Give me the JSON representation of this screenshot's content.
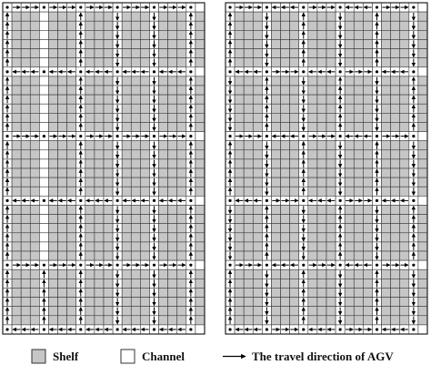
{
  "colors": {
    "shelf": "#c6c6c6",
    "channel": "#ffffff",
    "grid_line": "#3a3a3a",
    "arrow": "#000000"
  },
  "layouts": [
    {
      "id": "left-layout",
      "cols": 22,
      "rows": 36,
      "vertical_channels": [
        {
          "col": 1,
          "dir": "up"
        },
        {
          "col": 5,
          "dir": "up"
        },
        {
          "col": 9,
          "dir": "up"
        },
        {
          "col": 13,
          "dir": "down"
        },
        {
          "col": 17,
          "dir": "down"
        },
        {
          "col": 21,
          "dir": "up"
        }
      ],
      "horizontal_channels": [
        {
          "row": 1,
          "dir": "right"
        },
        {
          "row": 8,
          "dir": "left"
        },
        {
          "row": 15,
          "dir": "right"
        },
        {
          "row": 22,
          "dir": "left"
        },
        {
          "row": 29,
          "dir": "right"
        },
        {
          "row": 36,
          "dir": "left"
        }
      ],
      "blocked_vertical_segments": [
        {
          "col": 5,
          "from_row": 2,
          "to_row": 28
        }
      ]
    },
    {
      "id": "right-layout",
      "cols": 22,
      "rows": 36,
      "vertical_channels": [
        {
          "col": 1,
          "dir": "mixed"
        },
        {
          "col": 5,
          "dir": "mixed"
        },
        {
          "col": 9,
          "dir": "mixed"
        },
        {
          "col": 13,
          "dir": "mixed"
        },
        {
          "col": 17,
          "dir": "mixed"
        },
        {
          "col": 21,
          "dir": "mixed"
        }
      ],
      "horizontal_channels": [
        {
          "row": 1,
          "dir": "mixed"
        },
        {
          "row": 8,
          "dir": "mixed"
        },
        {
          "row": 15,
          "dir": "mixed"
        },
        {
          "row": 22,
          "dir": "mixed"
        },
        {
          "row": 29,
          "dir": "mixed"
        },
        {
          "row": 36,
          "dir": "mixed"
        }
      ],
      "blocked_vertical_segments": []
    }
  ],
  "legend": {
    "shelf_label": "Shelf",
    "channel_label": "Channel",
    "arrow_label": "The travel direction of AGV"
  }
}
